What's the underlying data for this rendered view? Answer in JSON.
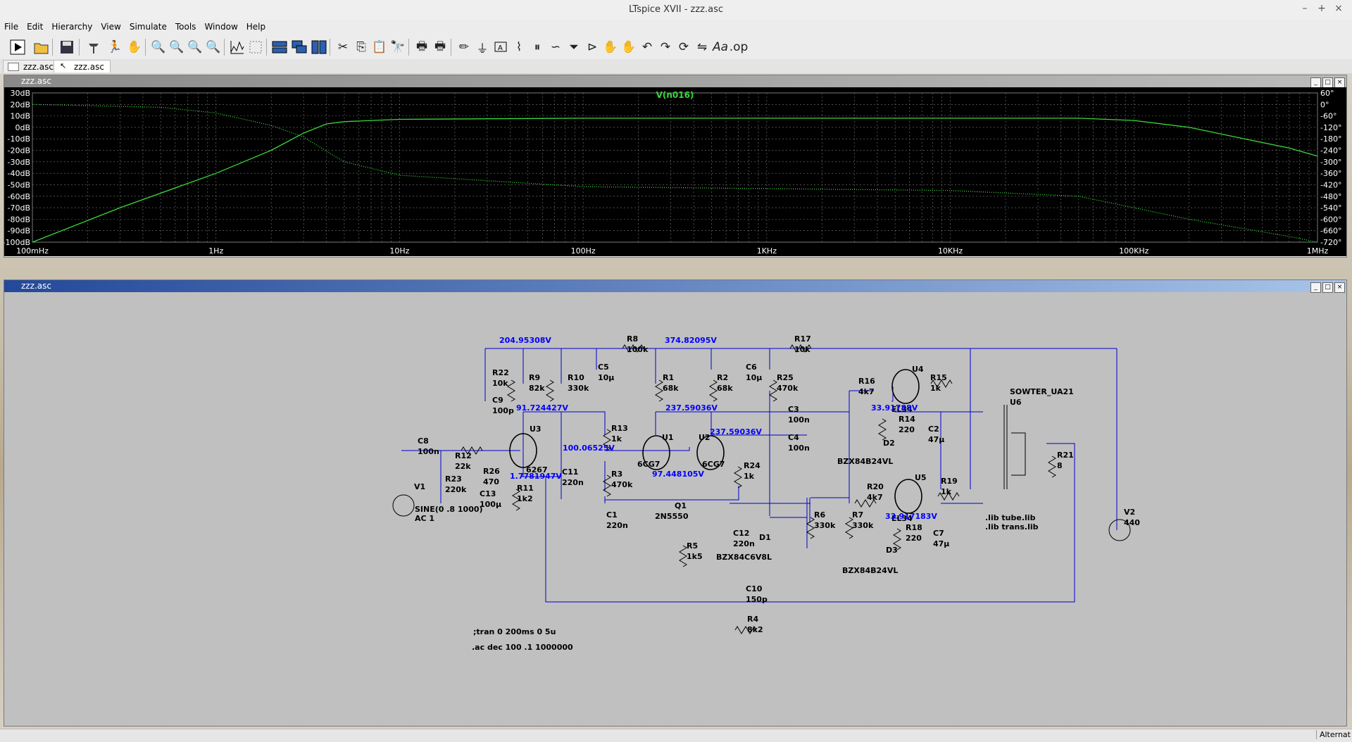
{
  "window": {
    "title": "LTspice XVII - zzz.asc",
    "controls": [
      "–",
      "+",
      "×"
    ]
  },
  "menu": [
    "File",
    "Edit",
    "Hierarchy",
    "View",
    "Simulate",
    "Tools",
    "Window",
    "Help"
  ],
  "tabs": [
    {
      "label": "zzz.asc",
      "icon": "waveform-icon"
    },
    {
      "label": "zzz.asc",
      "icon": "schematic-icon"
    }
  ],
  "plot_window": {
    "title": "zzz.asc",
    "colors": {
      "background": "#000000",
      "trace": "#39d839",
      "grid": "#7a7a7a",
      "axis_text": "#ffffff"
    }
  },
  "schematic_window": {
    "title": "zzz.asc",
    "colors": {
      "background": "#c0c0c0",
      "wire": "#0000cc",
      "text": "#000000",
      "node_voltage": "#0000ff"
    }
  },
  "chart_data": {
    "type": "line",
    "title": "V(n016)",
    "x_scale": "log",
    "xlim": [
      0.1,
      1000000
    ],
    "x_ticks": [
      "100mHz",
      "1Hz",
      "10Hz",
      "100Hz",
      "1KHz",
      "10KHz",
      "100KHz",
      "1MHz"
    ],
    "y_left_ticks": [
      "30dB",
      "20dB",
      "10dB",
      "0dB",
      "-10dB",
      "-20dB",
      "-30dB",
      "-40dB",
      "-50dB",
      "-60dB",
      "-70dB",
      "-80dB",
      "-90dB",
      "-100dB"
    ],
    "y_right_ticks": [
      "60°",
      "0°",
      "-60°",
      "-120°",
      "-180°",
      "-240°",
      "-300°",
      "-360°",
      "-420°",
      "-480°",
      "-540°",
      "-600°",
      "-660°",
      "-720°"
    ],
    "ylim_left": [
      -100,
      30
    ],
    "ylim_right": [
      -720,
      60
    ],
    "grid": true,
    "series": [
      {
        "name": "V(n016)",
        "style": "solid",
        "x": [
          0.1,
          0.3,
          1,
          2,
          3,
          4,
          5,
          10,
          100,
          1000,
          10000,
          50000,
          100000,
          200000,
          400000,
          700000,
          1000000
        ],
        "y": [
          -100,
          -70,
          -40,
          -20,
          -5,
          3,
          5,
          7,
          8,
          8,
          8,
          8,
          6,
          0,
          -10,
          -18,
          -25
        ]
      },
      {
        "name": "phase",
        "style": "dotted",
        "x": [
          0.1,
          0.5,
          1,
          2,
          3,
          4,
          5,
          10,
          100,
          1000,
          10000,
          50000,
          100000,
          200000,
          400000,
          700000,
          1000000
        ],
        "y": [
          0,
          -15,
          -45,
          -110,
          -170,
          -245,
          -300,
          -370,
          -430,
          -440,
          -450,
          -480,
          -540,
          -600,
          -650,
          -690,
          -720
        ]
      }
    ]
  },
  "schematic": {
    "components": [
      {
        "ref": "R8",
        "value": "100k"
      },
      {
        "ref": "R17",
        "value": "10k"
      },
      {
        "ref": "R22",
        "value": "10k"
      },
      {
        "ref": "C9",
        "value": "100p"
      },
      {
        "ref": "R9",
        "value": "82k"
      },
      {
        "ref": "R10",
        "value": "330k"
      },
      {
        "ref": "C5",
        "value": "10µ"
      },
      {
        "ref": "R1",
        "value": "68k"
      },
      {
        "ref": "R2",
        "value": "68k"
      },
      {
        "ref": "C6",
        "value": "10µ"
      },
      {
        "ref": "R25",
        "value": "470k"
      },
      {
        "ref": "R16",
        "value": "4k7"
      },
      {
        "ref": "R15",
        "value": "1k"
      },
      {
        "ref": "C3",
        "value": "100n"
      },
      {
        "ref": "C4",
        "value": "100n"
      },
      {
        "ref": "R14",
        "value": "220"
      },
      {
        "ref": "C2",
        "value": "47µ"
      },
      {
        "ref": "R13",
        "value": "1k"
      },
      {
        "ref": "R3",
        "value": "470k"
      },
      {
        "ref": "C1",
        "value": "220n"
      },
      {
        "ref": "C8",
        "value": "100n"
      },
      {
        "ref": "R12",
        "value": "22k"
      },
      {
        "ref": "R23",
        "value": "220k"
      },
      {
        "ref": "R26",
        "value": "470"
      },
      {
        "ref": "C13",
        "value": "100µ"
      },
      {
        "ref": "R11",
        "value": "1k2"
      },
      {
        "ref": "C11",
        "value": "220n"
      },
      {
        "ref": "R24",
        "value": "1k"
      },
      {
        "ref": "R5",
        "value": "1k5"
      },
      {
        "ref": "C12",
        "value": "220n"
      },
      {
        "ref": "R6",
        "value": "330k"
      },
      {
        "ref": "R7",
        "value": "330k"
      },
      {
        "ref": "R20",
        "value": "4k7"
      },
      {
        "ref": "R19",
        "value": "1k"
      },
      {
        "ref": "R18",
        "value": "220"
      },
      {
        "ref": "C7",
        "value": "47µ"
      },
      {
        "ref": "R21",
        "value": "8"
      },
      {
        "ref": "C10",
        "value": "150p"
      },
      {
        "ref": "R4",
        "value": "8k2"
      },
      {
        "ref": "V2",
        "value": "440"
      }
    ],
    "devices": [
      {
        "ref": "U3",
        "value": "6267"
      },
      {
        "ref": "U1",
        "value": "6CG7"
      },
      {
        "ref": "U2",
        "value": "6CG7"
      },
      {
        "ref": "U4",
        "value": "EL34"
      },
      {
        "ref": "U5",
        "value": "EL34"
      },
      {
        "ref": "Q1",
        "value": "2N5550"
      },
      {
        "ref": "D1",
        "value": "BZX84C6V8L"
      },
      {
        "ref": "D2",
        "value": "BZX84B24VL"
      },
      {
        "ref": "D3",
        "value": "BZX84B24VL"
      },
      {
        "ref": "U6",
        "value": "SOWTER_UA21"
      },
      {
        "ref": "V1",
        "value": "SINE(0 .8 1000)",
        "extra": "AC 1"
      }
    ],
    "node_voltages": [
      "204.95308V",
      "374.82095V",
      "91.724427V",
      "237.59036V",
      "237.59036V",
      "100.06525V",
      "97.448105V",
      "1.7781947V",
      "33.91788V",
      "33.917183V"
    ],
    "directives": [
      ".lib tube.lib",
      ".lib trans.lib",
      ";tran 0 200ms 0 5u",
      ".ac dec 100 .1 1000000"
    ]
  },
  "status": "Alternat"
}
